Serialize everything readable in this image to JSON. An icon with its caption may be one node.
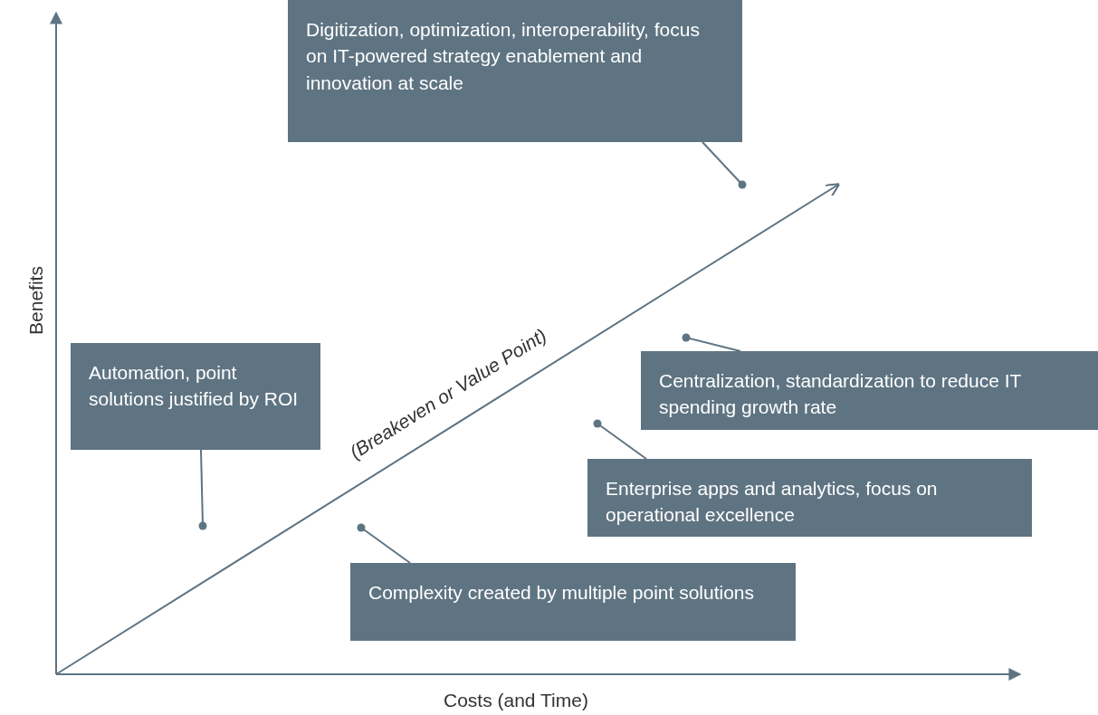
{
  "diagram": {
    "nodes": [
      {
        "text": [
          "Digitization, optimization, interoperability, focus on IT-powered strategy enablement and innovation at scale"
        ]
      },
      {
        "text": [
          "Automation, point solutions justified by ROI"
        ]
      },
      {
        "text": [
          "Centralization, standardization to reduce IT spending growth rate"
        ]
      },
      {
        "text": [
          "Enterprise apps and analytics, focus on operational excellence"
        ]
      },
      {
        "text": [
          "Complexity created by multiple point solutions"
        ]
      }
    ],
    "edges": [
      {
        "from": 0,
        "to": null,
        "arrow": "other"
      },
      {
        "from": 1,
        "to": null,
        "arrow": "other"
      },
      {
        "from": 2,
        "to": null,
        "arrow": "other"
      },
      {
        "from": 3,
        "to": null,
        "arrow": "other"
      },
      {
        "from": 4,
        "to": null,
        "arrow": "other"
      }
    ],
    "labels": [
      "(Breakeven or Value Point)",
      "Benefits",
      "Costs (and Time)"
    ]
  }
}
